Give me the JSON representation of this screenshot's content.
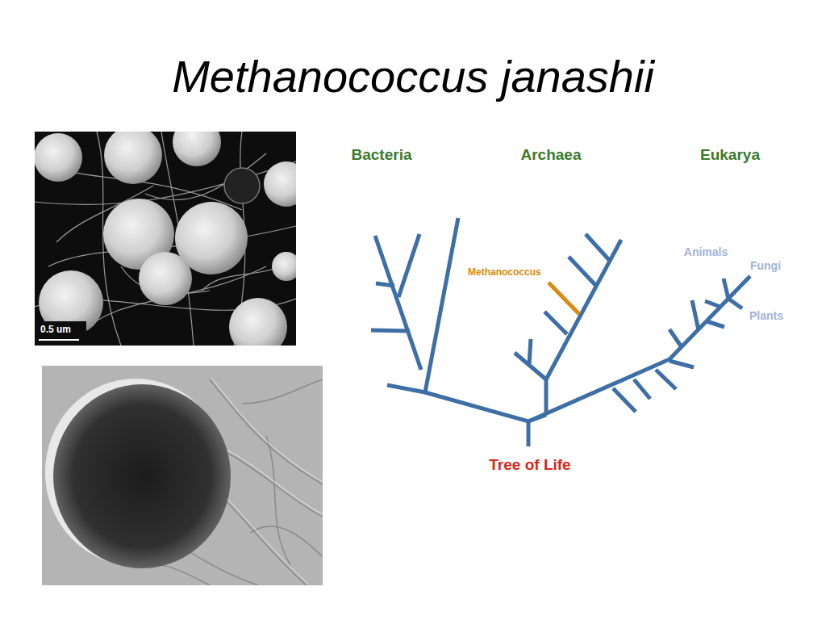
{
  "diagram": {
    "title": "Methanococcus janashii",
    "labels": [
      "0.5 um",
      "Bacteria",
      "Archaea",
      "Eukarya",
      "Methanococcus",
      "Animals",
      "Fungi",
      "Plants",
      "Tree of Life"
    ]
  }
}
